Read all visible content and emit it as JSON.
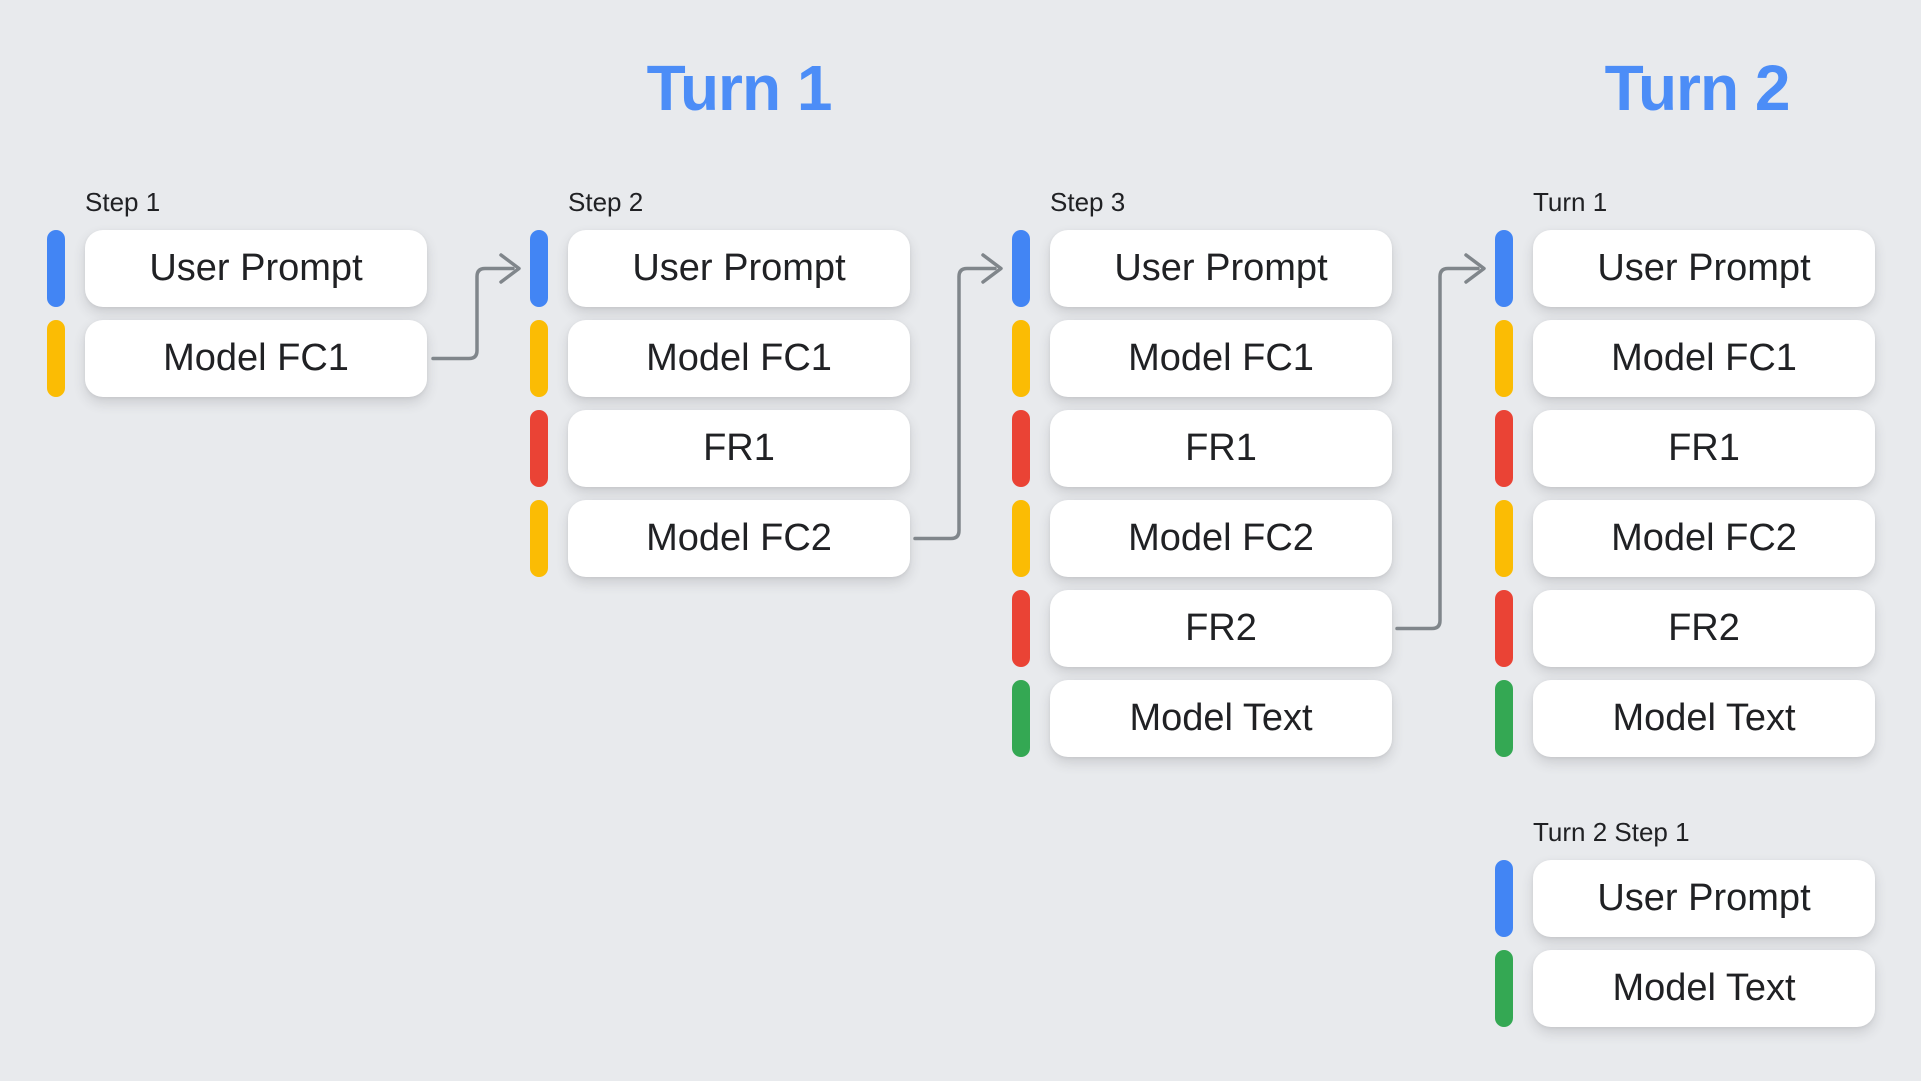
{
  "headings": {
    "turn1": "Turn 1",
    "turn2": "Turn 2"
  },
  "colors": {
    "blue": "#4285F4",
    "yellow": "#FBBC04",
    "red": "#EA4335",
    "green": "#34A853",
    "heading_blue": "#4C8DF7",
    "arrow_gray": "#80868B",
    "background": "#E8EAED",
    "box_background": "#FFFFFF",
    "box_text": "#202124"
  },
  "groups": [
    {
      "label": "Step 1",
      "rows": [
        {
          "text": "User Prompt",
          "color": "blue"
        },
        {
          "text": "Model FC1",
          "color": "yellow"
        }
      ]
    },
    {
      "label": "Step 2",
      "rows": [
        {
          "text": "User Prompt",
          "color": "blue"
        },
        {
          "text": "Model FC1",
          "color": "yellow"
        },
        {
          "text": "FR1",
          "color": "red"
        },
        {
          "text": "Model FC2",
          "color": "yellow"
        }
      ]
    },
    {
      "label": "Step 3",
      "rows": [
        {
          "text": "User Prompt",
          "color": "blue"
        },
        {
          "text": "Model FC1",
          "color": "yellow"
        },
        {
          "text": "FR1",
          "color": "red"
        },
        {
          "text": "Model FC2",
          "color": "yellow"
        },
        {
          "text": "FR2",
          "color": "red"
        },
        {
          "text": "Model Text",
          "color": "green"
        }
      ]
    },
    {
      "label": "Turn 1",
      "rows": [
        {
          "text": "User Prompt",
          "color": "blue"
        },
        {
          "text": "Model FC1",
          "color": "yellow"
        },
        {
          "text": "FR1",
          "color": "red"
        },
        {
          "text": "Model FC2",
          "color": "yellow"
        },
        {
          "text": "FR2",
          "color": "red"
        },
        {
          "text": "Model Text",
          "color": "green"
        }
      ]
    },
    {
      "label": "Turn 2 Step 1",
      "rows": [
        {
          "text": "User Prompt",
          "color": "blue"
        },
        {
          "text": "Model Text",
          "color": "green"
        }
      ]
    }
  ],
  "connections": [
    {
      "from": "Step 1 / Model FC1",
      "to": "Step 2 / User Prompt"
    },
    {
      "from": "Step 2 / Model FC2",
      "to": "Step 3 / User Prompt"
    },
    {
      "from": "Step 3 / FR2",
      "to": "Turn 1 / User Prompt"
    }
  ]
}
